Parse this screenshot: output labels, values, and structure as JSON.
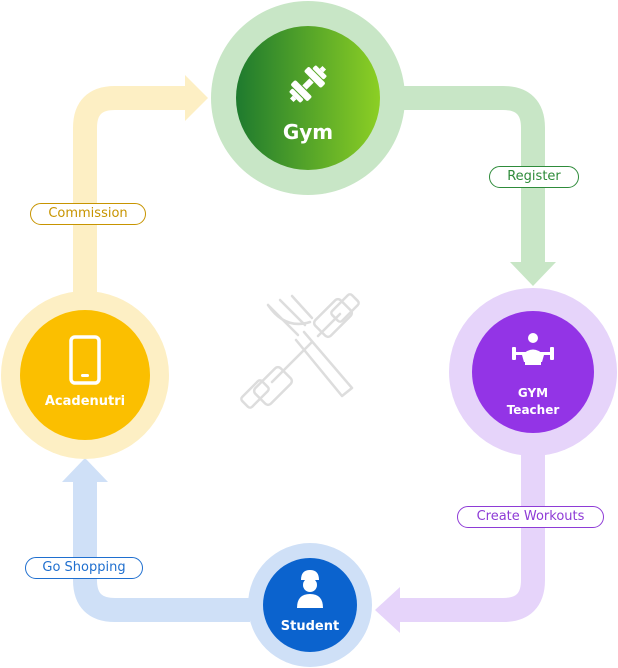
{
  "nodes": {
    "gym": {
      "label": "Gym"
    },
    "teacher": {
      "line1": "GYM",
      "line2": "Teacher"
    },
    "student": {
      "label": "Student"
    },
    "app": {
      "label": "Acadenutri"
    }
  },
  "edges": {
    "register": "Register",
    "create_workouts": "Create Workouts",
    "go_shopping": "Go Shopping",
    "commission": "Commission"
  },
  "colors": {
    "gym_ring": "#c8e6c6",
    "gym_fill_start": "#1e7a2e",
    "gym_fill_end": "#8ccf24",
    "teacher_ring": "#e6d4fa",
    "teacher_fill": "#9334e6",
    "student_ring": "#cfe0f7",
    "student_fill": "#0b63ce",
    "app_ring": "#fdefc4",
    "app_fill": "#fbbf00",
    "register_text": "#2e8b3a",
    "workouts_text": "#8e3bd6",
    "shopping_text": "#1f6fcf",
    "commission_text": "#c79400"
  },
  "icons": {
    "gym": "dumbbell-icon",
    "teacher": "weightlifter-icon",
    "student": "student-icon",
    "app": "smartphone-icon",
    "center": "fork-dumbbell-watermark-icon"
  }
}
